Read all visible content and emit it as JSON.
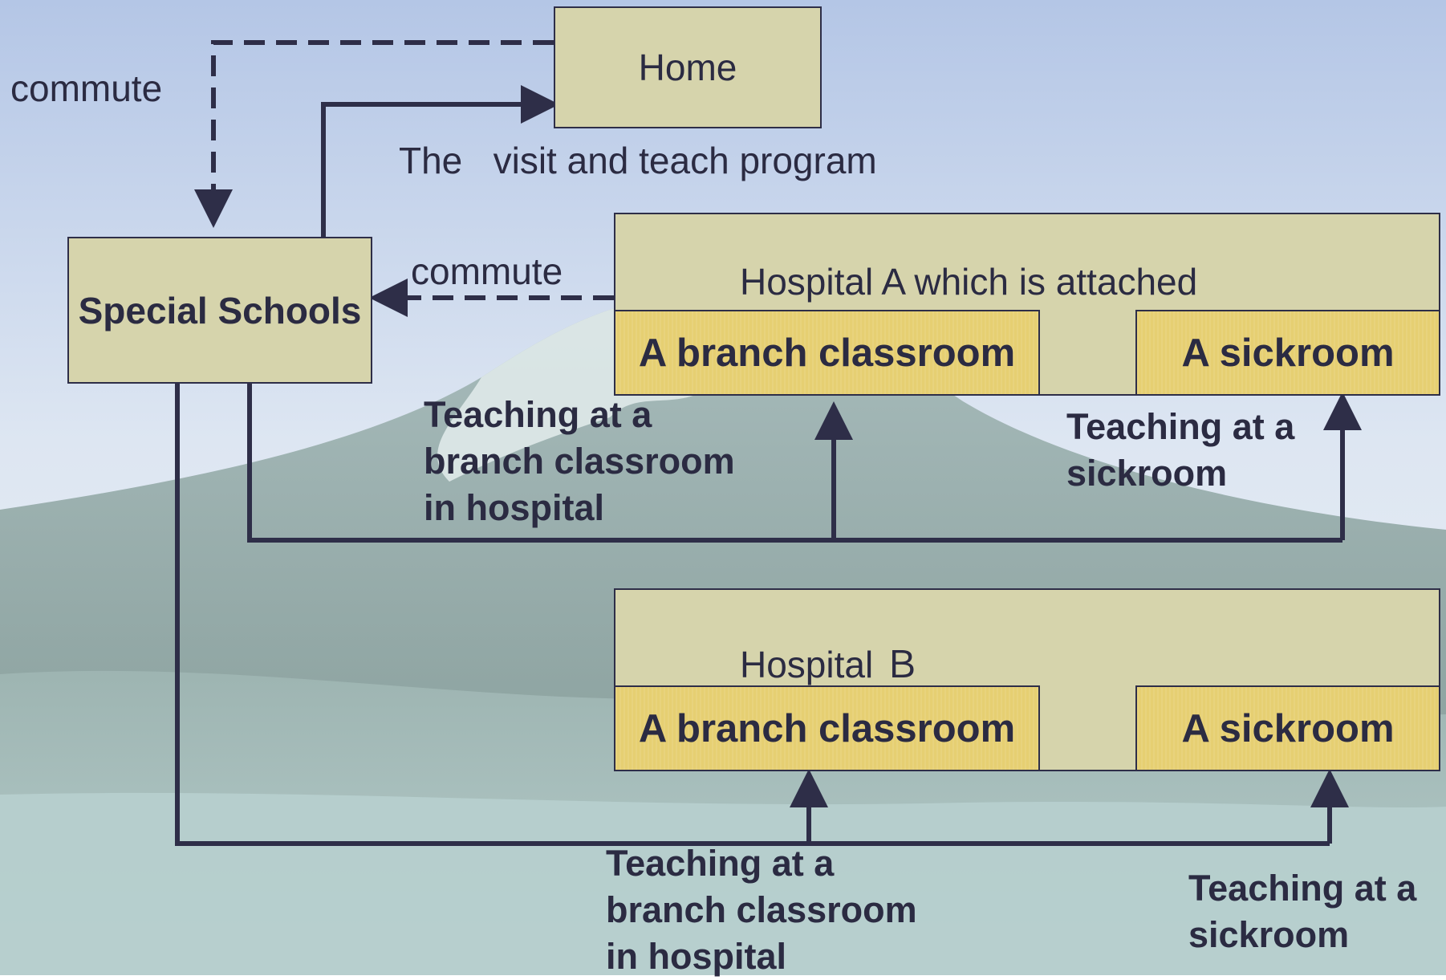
{
  "diagram": {
    "home": "Home",
    "special_schools": "Special Schools",
    "commute_top": "commute",
    "commute_mid": "commute",
    "visit_program": "The   visit and teach program",
    "hospital_a": {
      "title": "Hospital A which is attached",
      "branch": "A branch classroom",
      "sickroom": "A sickroom",
      "teach_branch": "Teaching at a branch classroom in hospital",
      "teach_sickroom": "Teaching at a sickroom"
    },
    "hospital_b": {
      "title": "Hospital Ｂ",
      "branch": "A branch classroom",
      "sickroom": "A sickroom",
      "teach_branch": "Teaching at a branch classroom in hospital",
      "teach_sickroom": "Teaching at a sickroom"
    }
  },
  "colors": {
    "box_fill": "#d6d4ac",
    "subbox_fill": "#e6cf72",
    "line": "#2e2e48",
    "text": "#2b2b42",
    "sky_top": "#b4c6e6",
    "mountain": "#8fa6a2"
  }
}
